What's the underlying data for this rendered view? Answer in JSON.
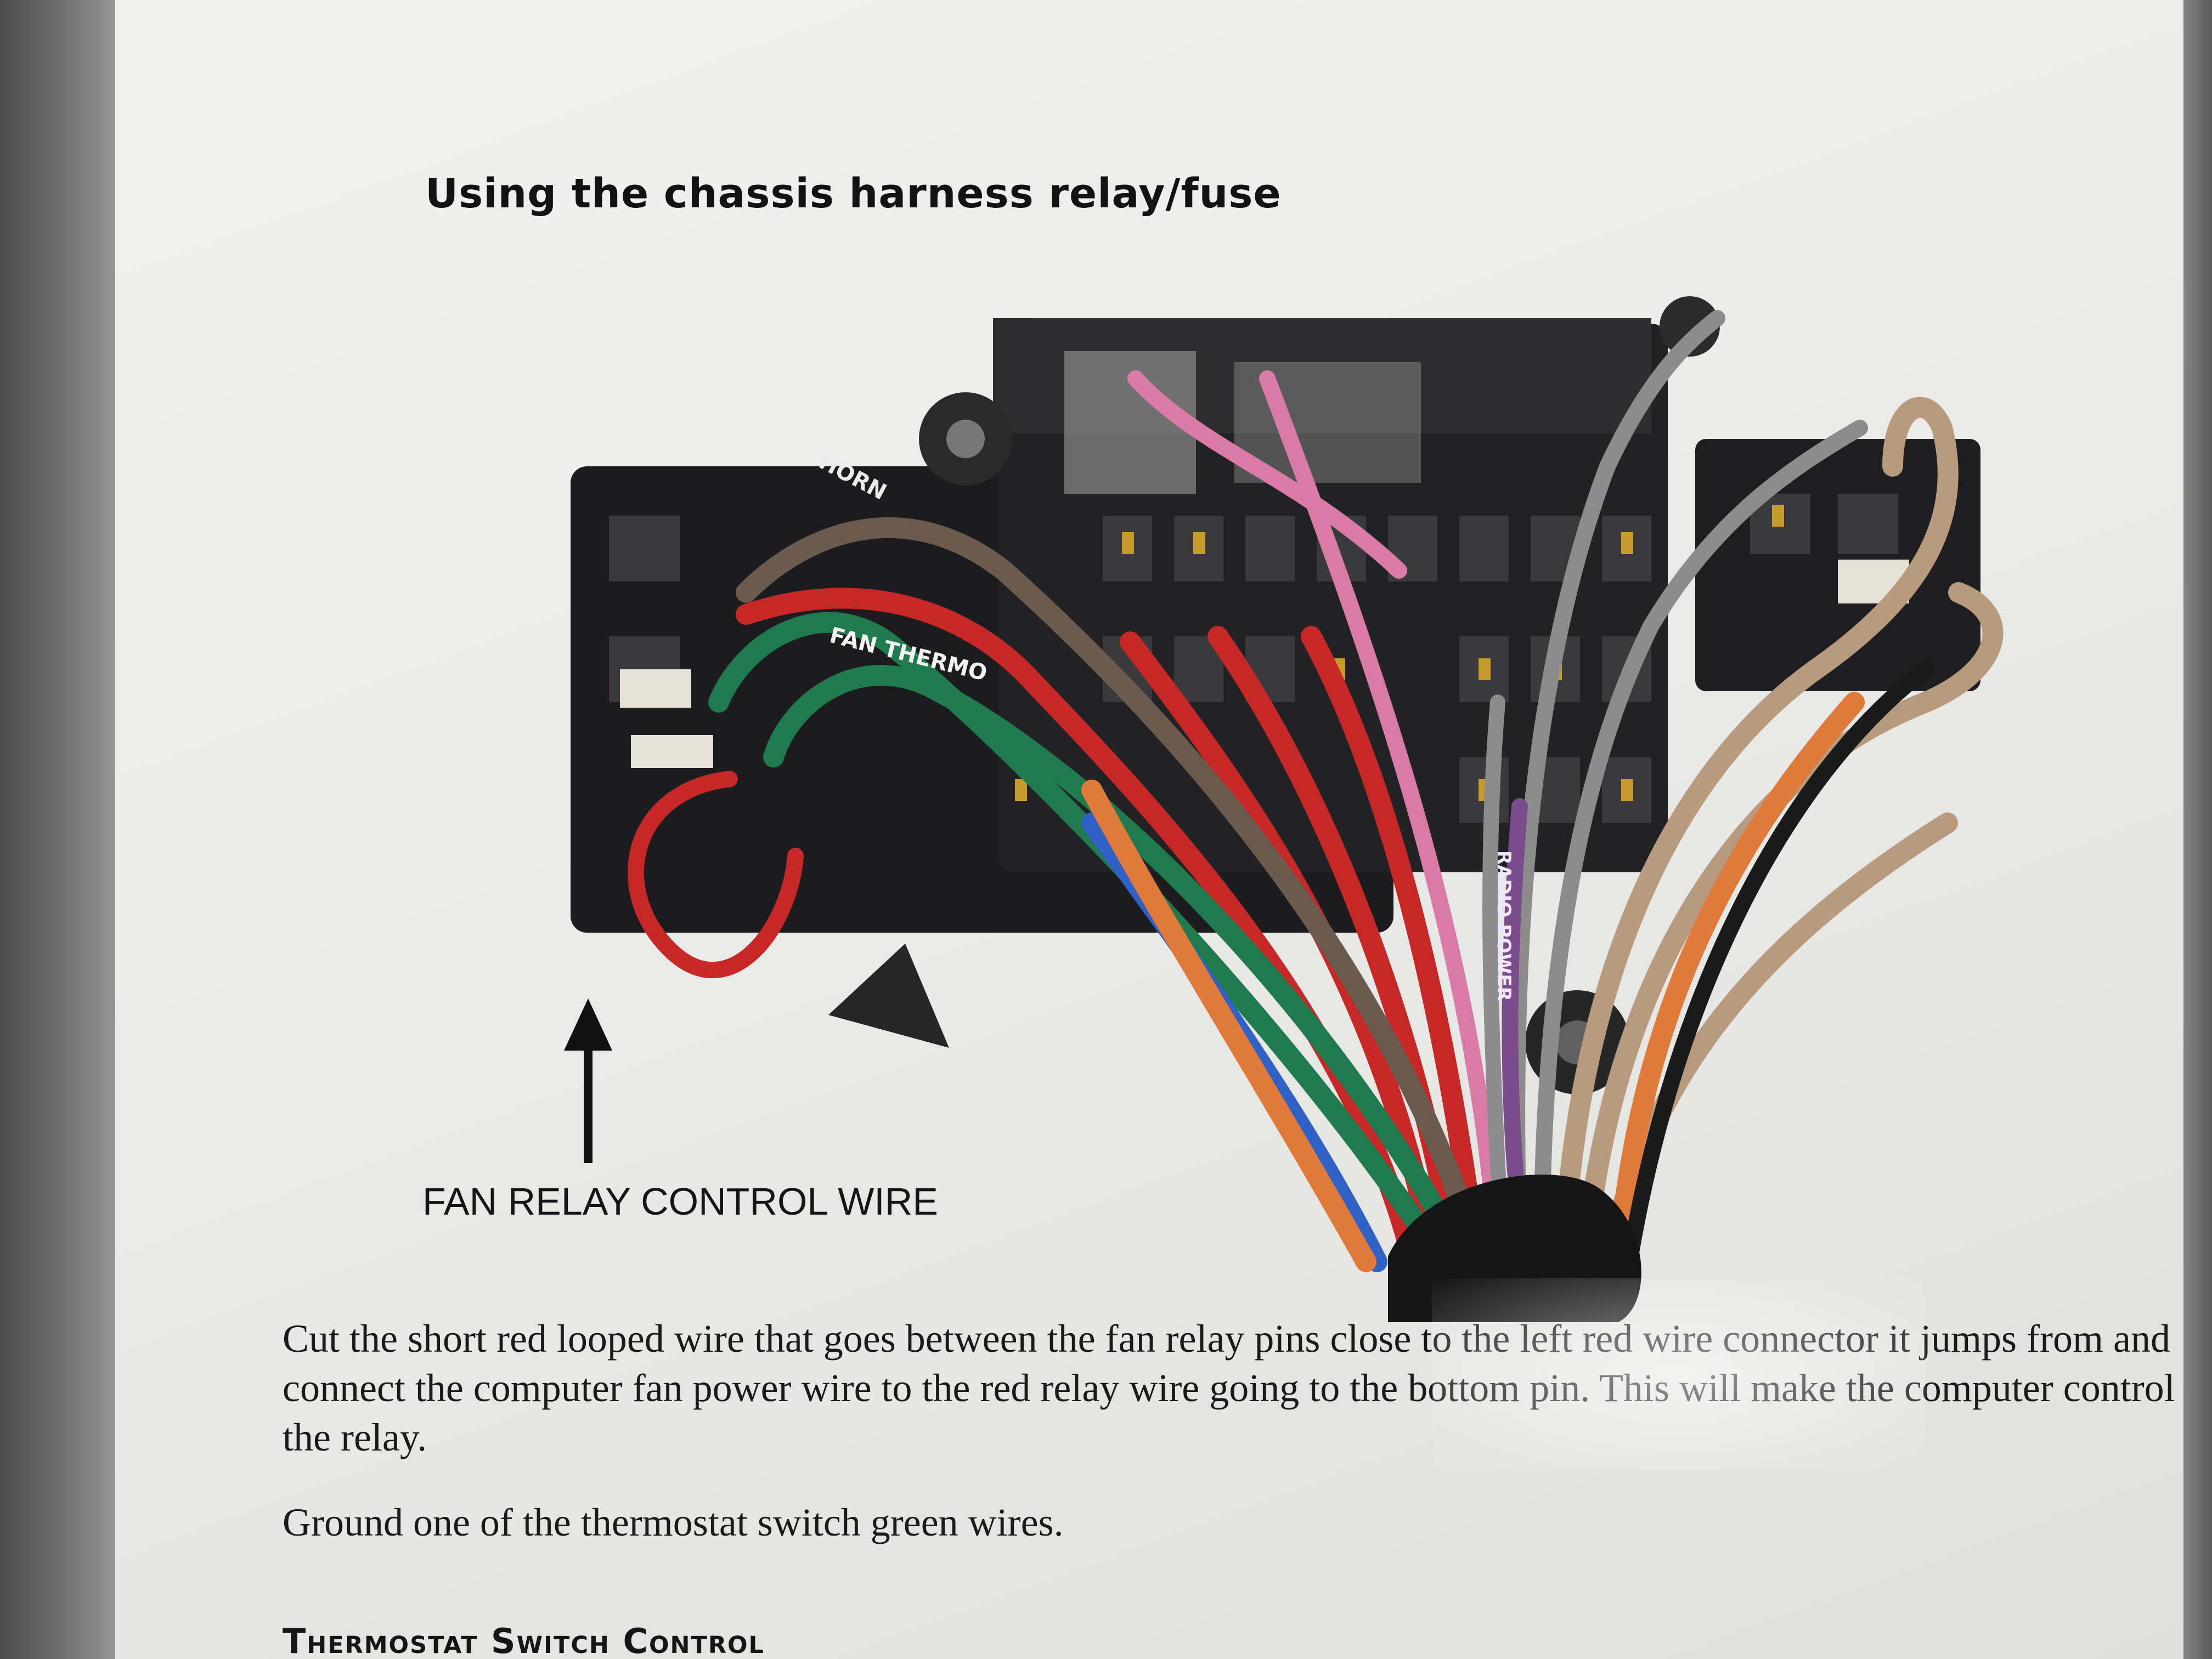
{
  "document": {
    "title": "Using the chassis harness relay/fuse",
    "figure_caption": "FAN RELAY CONTROL WIRE",
    "paragraphs": [
      "Cut the short red looped wire that goes between the fan relay pins close to the left red wire connector it jumps from and connect the computer fan power wire to the red relay wire going to the bottom pin.  This will make the computer control the relay.",
      "Ground one of the thermostat switch green wires."
    ],
    "section_heading": "Thermostat Switch Control"
  },
  "photo_labels": {
    "horn": "HORN",
    "fan_thermo": "FAN THERMO",
    "radio_power": "RADIO POWER"
  },
  "wire_colors": {
    "red": "#c62828",
    "green": "#1f7a4d",
    "brown": "#6b5a4e",
    "pink": "#d97aa7",
    "gray": "#8c8c8c",
    "tan": "#b89a7e",
    "orange": "#e07a3a",
    "blue": "#2f62c4",
    "purple": "#7a4c8c",
    "black": "#1a1a1a"
  }
}
